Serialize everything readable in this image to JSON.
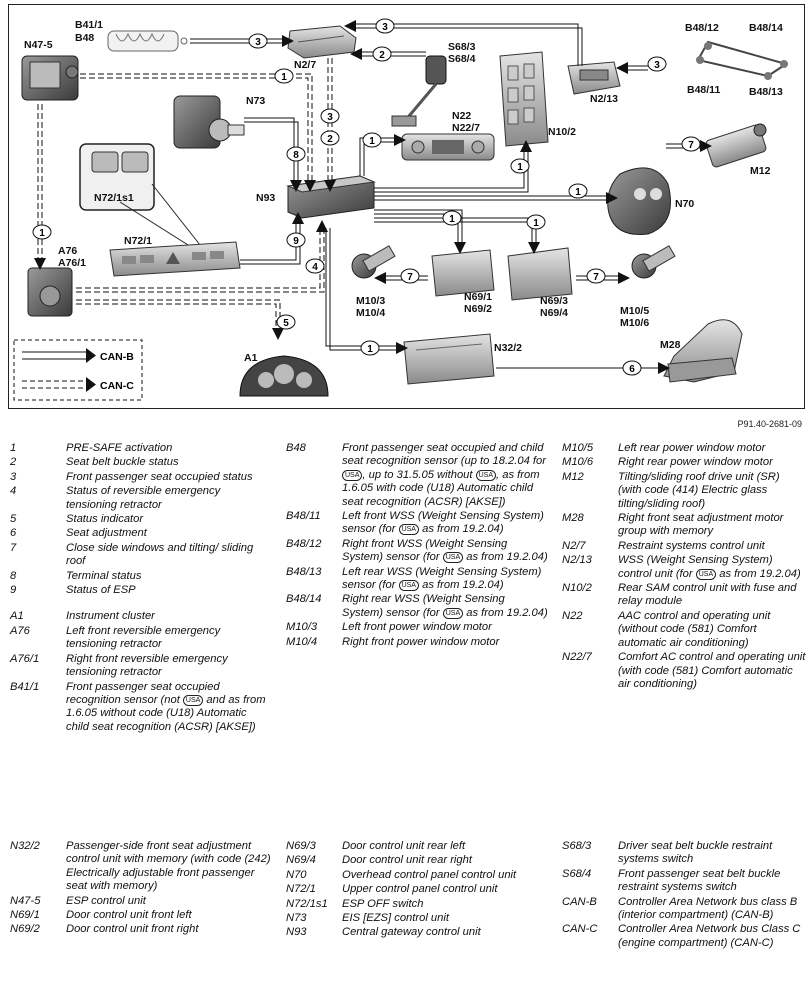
{
  "diagram": {
    "labels": {
      "B41_1": "B41/1",
      "B48": "B48",
      "N47_5": "N47-5",
      "N2_7": "N2/7",
      "S68_3": "S68/3",
      "S68_4": "S68/4",
      "B48_12": "B48/12",
      "B48_14": "B48/14",
      "B48_11": "B48/11",
      "B48_13": "B48/13",
      "N2_13": "N2/13",
      "N73": "N73",
      "N22": "N22",
      "N22_7": "N22/7",
      "N10_2": "N10/2",
      "M12": "M12",
      "N93": "N93",
      "N72_1s1": "N72/1s1",
      "N72_1": "N72/1",
      "N70": "N70",
      "A76": "A76",
      "A76_1": "A76/1",
      "M10_3": "M10/3",
      "M10_4": "M10/4",
      "N69_1": "N69/1",
      "N69_2": "N69/2",
      "N69_3": "N69/3",
      "N69_4": "N69/4",
      "M10_5": "M10/5",
      "M10_6": "M10/6",
      "A1": "A1",
      "N32_2": "N32/2",
      "M28": "M28"
    },
    "legend": {
      "can_b": "CAN-B",
      "can_c": "CAN-C"
    },
    "figure_id": "P91.40-2681-09"
  },
  "legend_columns": [
    [
      {
        "code": "1",
        "desc": "PRE-SAFE activation"
      },
      {
        "code": "2",
        "desc": "Seat belt buckle status"
      },
      {
        "code": "3",
        "desc": "Front passenger seat occupied status"
      },
      {
        "code": "4",
        "desc": "Status of reversible emergency tensioning retractor"
      },
      {
        "code": "5",
        "desc": "Status indicator"
      },
      {
        "code": "6",
        "desc": "Seat adjustment"
      },
      {
        "code": "7",
        "desc": "Close side windows and tilting/ sliding roof"
      },
      {
        "code": "8",
        "desc": "Terminal status"
      },
      {
        "code": "9",
        "desc": "Status of ESP"
      },
      {
        "gap": true
      },
      {
        "code": "A1",
        "desc": "Instrument cluster"
      },
      {
        "code": "A76",
        "desc": "Left front reversible emergency tensioning retractor"
      },
      {
        "code": "A76/1",
        "desc": "Right front reversible emergency tensioning retractor"
      },
      {
        "code": "B41/1",
        "desc": "Front passenger seat occupied recognition sensor (not [USA] and as from 1.6.05 without code (U18) Automatic child seat recognition (ACSR) [AKSE])"
      }
    ],
    [
      {
        "code": "B48",
        "desc": "Front passenger seat occupied and child seat recognition sensor (up to 18.2.04 for [USA], up to 31.5.05 without [USA], as from 1.6.05 with code (U18) Automatic child seat recognition (ACSR) [AKSE])"
      },
      {
        "code": "B48/11",
        "desc": "Left front WSS (Weight Sensing System) sensor (for [USA] as from 19.2.04)"
      },
      {
        "code": "B48/12",
        "desc": "Right front WSS (Weight Sensing System) sensor (for [USA] as from 19.2.04)"
      },
      {
        "code": "B48/13",
        "desc": "Left rear WSS (Weight Sensing System) sensor (for [USA] as from 19.2.04)"
      },
      {
        "code": "B48/14",
        "desc": "Right rear WSS (Weight Sensing System) sensor (for [USA] as from 19.2.04)"
      },
      {
        "code": "M10/3",
        "desc": "Left front power window motor"
      },
      {
        "code": "M10/4",
        "desc": "Right front power window motor"
      }
    ],
    [
      {
        "code": "M10/5",
        "desc": "Left rear power window motor"
      },
      {
        "code": "M10/6",
        "desc": "Right rear power window motor"
      },
      {
        "code": "M12",
        "desc": "Tilting/sliding roof drive unit (SR) (with code (414) Electric glass tilting/sliding roof)"
      },
      {
        "code": "M28",
        "desc": "Right front seat adjustment motor group with memory"
      },
      {
        "code": "N2/7",
        "desc": "Restraint systems control unit"
      },
      {
        "code": "N2/13",
        "desc": "WSS (Weight Sensing System) control unit (for [USA] as from 19.2.04)"
      },
      {
        "code": "N10/2",
        "desc": "Rear SAM control unit with fuse and relay module"
      },
      {
        "code": "N22",
        "desc": "AAC control and operating unit (without code (581) Comfort automatic air conditioning)"
      },
      {
        "code": "N22/7",
        "desc": "Comfort AC control and operating unit (with code (581) Comfort automatic air conditioning)"
      }
    ],
    [
      {
        "code": "N32/2",
        "desc": "Passenger-side front seat adjustment control unit with memory (with code (242) Electrically adjustable front passenger seat with memory)"
      },
      {
        "code": "N47-5",
        "desc": "ESP control unit"
      },
      {
        "code": "N69/1",
        "desc": "Door control unit front left"
      },
      {
        "code": "N69/2",
        "desc": "Door control unit front right"
      }
    ],
    [
      {
        "code": "N69/3",
        "desc": "Door control unit rear left"
      },
      {
        "code": "N69/4",
        "desc": "Door control unit rear right"
      },
      {
        "code": "N70",
        "desc": "Overhead control panel control unit"
      },
      {
        "code": "N72/1",
        "desc": "Upper control panel control unit"
      },
      {
        "code": "N72/1s1",
        "desc": "ESP OFF switch"
      },
      {
        "code": "N73",
        "desc": "EIS [EZS] control unit"
      },
      {
        "code": "N93",
        "desc": "Central gateway control unit"
      }
    ],
    [
      {
        "code": "S68/3",
        "desc": "Driver seat belt buckle restraint systems switch"
      },
      {
        "code": "S68/4",
        "desc": "Front passenger seat belt buckle restraint systems switch"
      },
      {
        "code": "CAN-B",
        "desc": "Controller Area Network bus class B (interior compartment) (CAN-B)"
      },
      {
        "code": "CAN-C",
        "desc": "Controller Area Network bus Class C (engine compartment) (CAN-C)"
      }
    ]
  ]
}
